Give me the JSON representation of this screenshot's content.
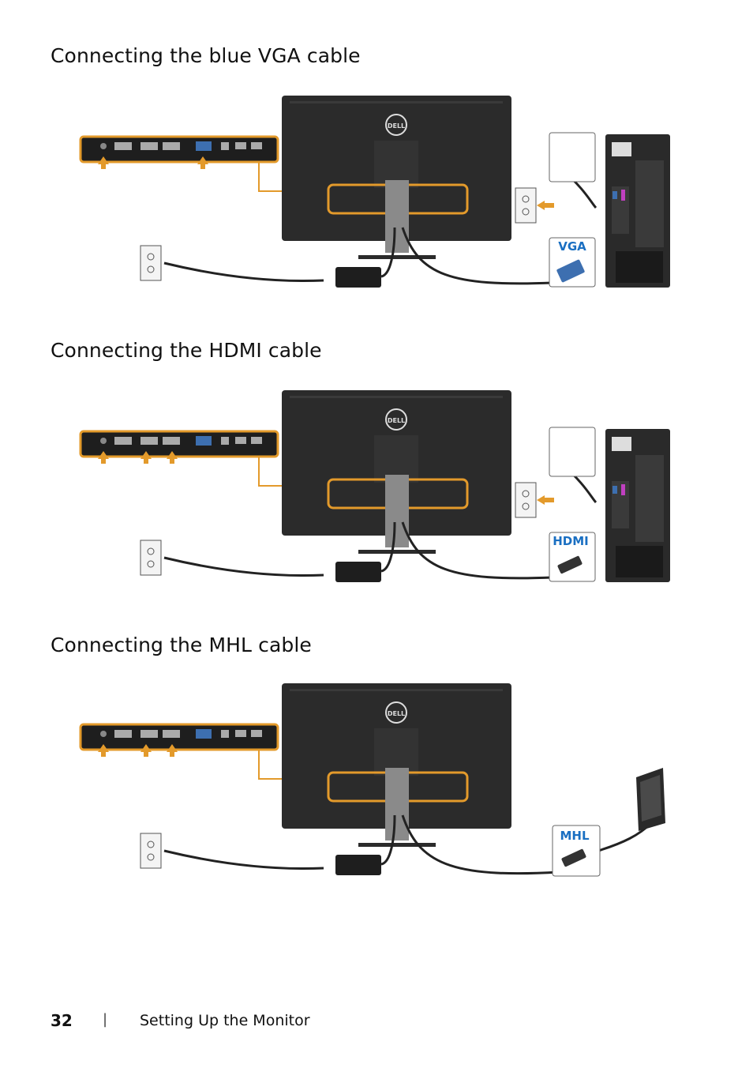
{
  "sections": [
    {
      "title": "Connecting the blue VGA cable",
      "connector_label": "VGA",
      "connector_color": "#1a6fc2",
      "target_device": "desktop-pc"
    },
    {
      "title": "Connecting the HDMI cable",
      "connector_label": "HDMI",
      "connector_color": "#1a6fc2",
      "target_device": "desktop-pc"
    },
    {
      "title": "Connecting the MHL cable",
      "connector_label": "MHL",
      "connector_color": "#1a6fc2",
      "target_device": "smartphone"
    }
  ],
  "brand_logo_text": "DELL",
  "colors": {
    "highlight": "#e39a2b",
    "monitor_body": "#2b2b2b",
    "vga_port": "#3d6fb0"
  },
  "footer": {
    "page_number": "32",
    "separator": "|",
    "chapter": "Setting Up the Monitor"
  }
}
